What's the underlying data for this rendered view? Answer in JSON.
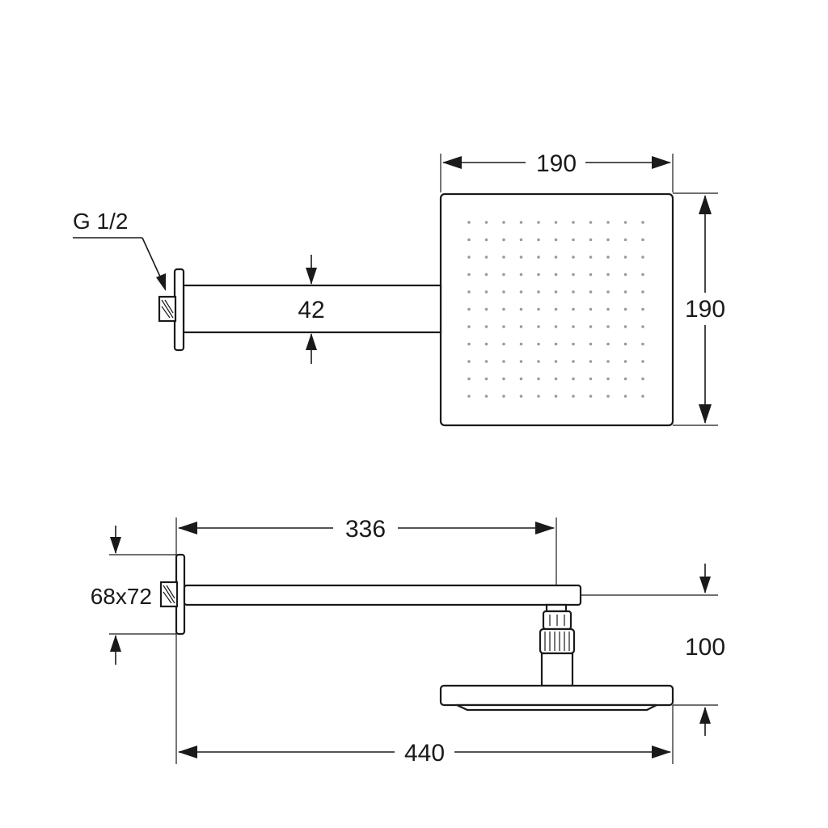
{
  "dimensions": {
    "head_width": "190",
    "head_depth": "190",
    "arm_height": "42",
    "thread": "G 1/2",
    "arm_length_to_center": "336",
    "wall_plate_size": "68x72",
    "head_drop": "100",
    "total_projection": "440"
  },
  "colors": {
    "line": "#1a1a1a",
    "nozzle": "#9a9a9a",
    "background": "#ffffff"
  }
}
